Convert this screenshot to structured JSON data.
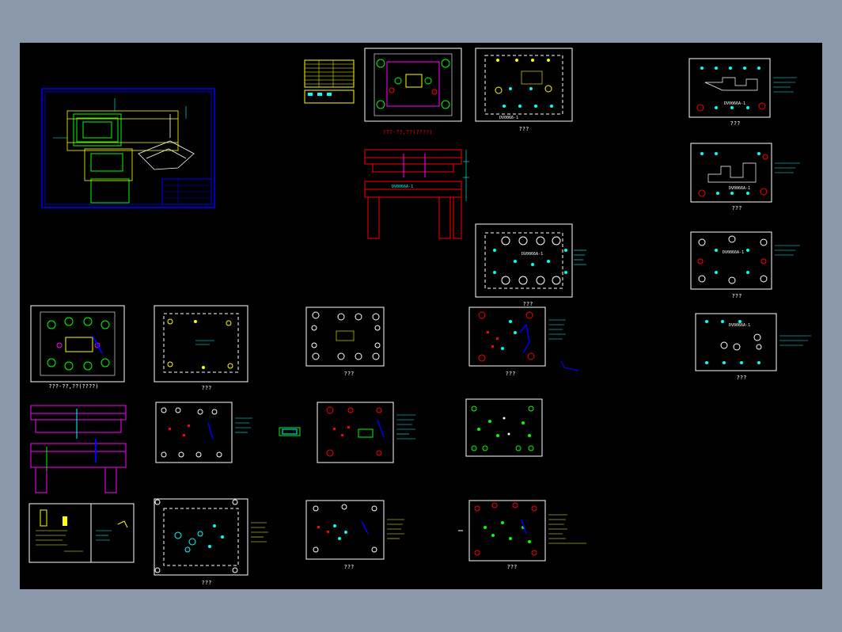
{
  "colors": {
    "background": "#000000",
    "window_bg": "#8b97aa",
    "white": "#ffffff",
    "cyan": "#00ffff",
    "yellow": "#ffff00",
    "green": "#00ff00",
    "red": "#ff0000",
    "magenta": "#ff00ff",
    "blue": "#0000ff"
  },
  "captions": {
    "top_plate": "???-??,??(????)",
    "plate_upper_mid": "???",
    "plate_right_1": "???",
    "plate_right_2": "???",
    "plate_mid_large": "???",
    "plate_right_3": "???",
    "plate_right_4": "???",
    "row2_plate1": "???-??,??(????)",
    "row2_plate2": "???",
    "row2_plate3": "???",
    "row2_plate4": "???",
    "row4_plate1": "???",
    "row4_plate2": "???",
    "row4_plate3": "???"
  },
  "part_labels": {
    "dv_mid": "DV0066A-1",
    "dv_upper": "DV0066-1",
    "dv_right1": "DV0066A-1",
    "dv_right2": "DV0066A-1",
    "dv_right3": "DV0066A-1",
    "dv_right4": "DV0066A-1",
    "dv_side": "DV0066A-1"
  }
}
